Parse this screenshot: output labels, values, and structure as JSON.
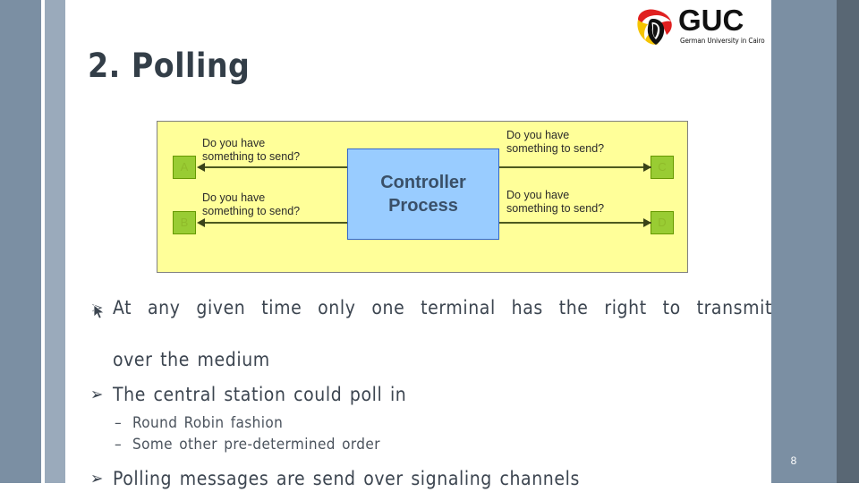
{
  "slide": {
    "title": "2. Polling",
    "page_number": "8",
    "title_color": "#333E48",
    "panel_background": "#FFFF99"
  },
  "logo": {
    "name": "guc-logo",
    "wordmark": "GUC",
    "tagline": "German University in Cairo",
    "colors": {
      "red": "#E02020",
      "yellow": "#F5C400",
      "black": "#111111"
    }
  },
  "diagram": {
    "controller": {
      "line1": "Controller",
      "line2": "Process",
      "fill": "#99CCFF",
      "border": "#3366CC",
      "text_color": "#3A5068"
    },
    "nodes": [
      {
        "id": "A",
        "label": "A",
        "position": "top-left"
      },
      {
        "id": "B",
        "label": "B",
        "position": "bottom-left"
      },
      {
        "id": "C",
        "label": "C",
        "position": "top-right"
      },
      {
        "id": "D",
        "label": "D",
        "position": "bottom-right"
      }
    ],
    "node_fill": "#99CC33",
    "node_border": "#669900",
    "poll_messages": [
      {
        "target": "A",
        "line1": "Do you have",
        "line2": "something to send?",
        "direction": "left"
      },
      {
        "target": "B",
        "line1": "Do you have",
        "line2": "something to send?",
        "direction": "left"
      },
      {
        "target": "C",
        "line1": "Do you have",
        "line2": "something to send?",
        "direction": "right"
      },
      {
        "target": "D",
        "line1": "Do you have",
        "line2": "something to send?",
        "direction": "right"
      }
    ],
    "arrow_color": "#4D5A1E"
  },
  "bullets": {
    "marker": "➢",
    "sub_marker": "–",
    "items": [
      {
        "line1": "At any given time only one terminal has the right to transmit",
        "line2": "over the medium"
      },
      {
        "line1": "The central station could poll in"
      },
      {
        "line1": "Polling messages are send over signaling channels"
      }
    ],
    "sub_items": [
      "Round Robin fashion",
      "Some other pre-determined order"
    ]
  },
  "decor": {
    "bar_left_outer_color": "#7B8FA3",
    "bar_left_inner_color": "#9AAABB",
    "bar_right_mid_color": "#7B8FA3",
    "bar_right_outer_color": "#596774"
  }
}
